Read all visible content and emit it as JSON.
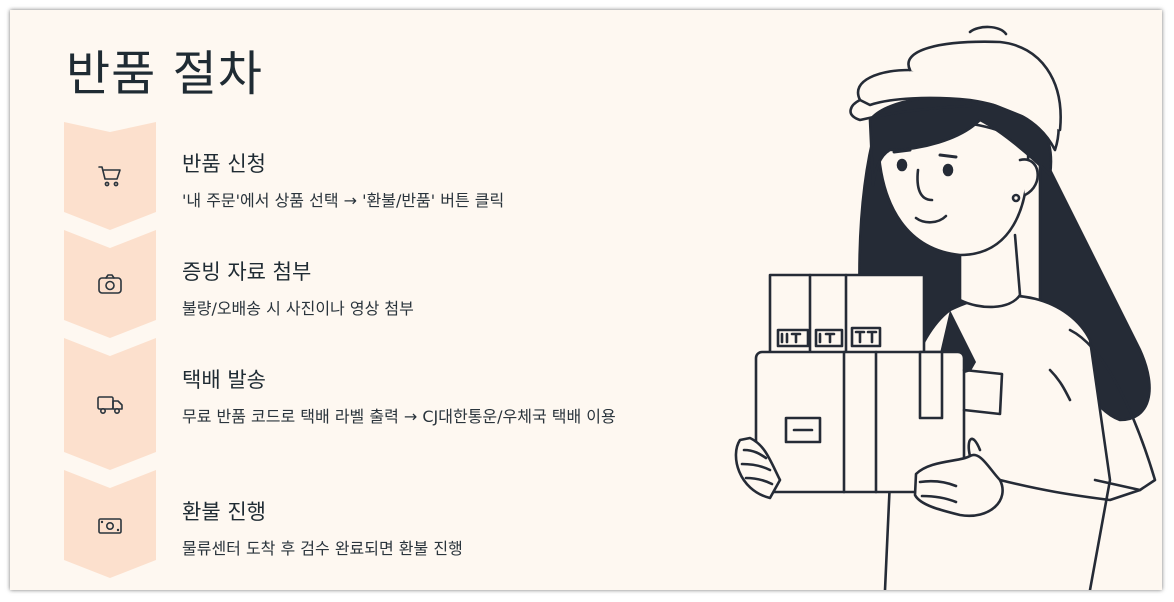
{
  "page": {
    "title": "반품 절차"
  },
  "steps": [
    {
      "icon": "shopping-cart-icon",
      "title": "반품 신청",
      "desc": "'내 주문'에서 상품 선택 → '환불/반품' 버튼 클릭"
    },
    {
      "icon": "camera-icon",
      "title": "증빙 자료 첨부",
      "desc": "불량/오배송 시 사진이나 영상 첨부"
    },
    {
      "icon": "truck-icon",
      "title": "택배 발송",
      "desc": "무료 반품 코드로 택배 라벨 출력 → CJ대한통운/우체국 택배 이용"
    },
    {
      "icon": "money-icon",
      "title": "환불 진행",
      "desc": "물류센터 도착 후 검수 완료되면 환불 진행"
    }
  ],
  "colors": {
    "background": "#fef8f1",
    "chevron": "#fce0cd",
    "text": "#1f2b33",
    "illustration_ink": "#252b36"
  }
}
